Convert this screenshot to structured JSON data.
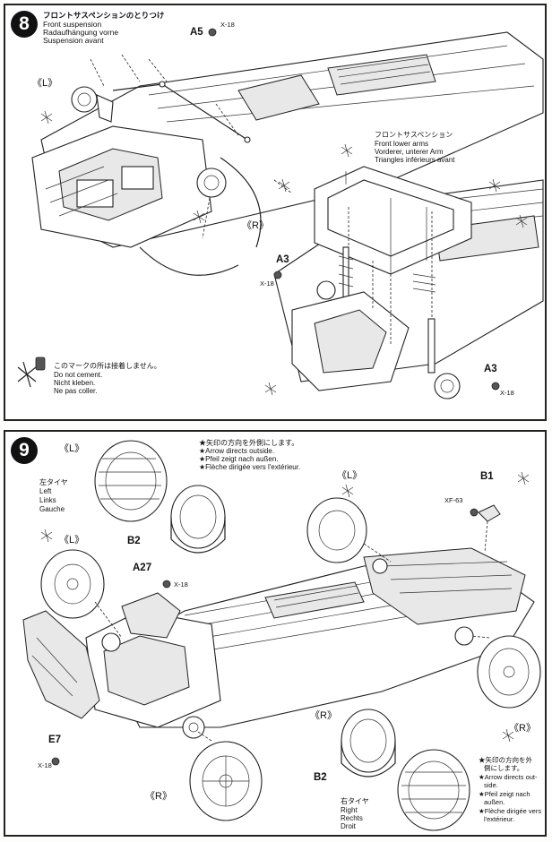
{
  "step8": {
    "number": "8",
    "title_jp": "フロントサスペンションのとりつけ",
    "title_en": "Front suspension",
    "title_de": "Radaufhängung vorne",
    "title_fr": "Suspension avant",
    "part_a5": "A5",
    "screw_a5": "X-18",
    "label_l": "《L》",
    "label_r": "《R》",
    "lower_arms_jp": "フロントサスペンション",
    "lower_arms_en": "Front lower arms",
    "lower_arms_de": "Vorderer, unterer Arm",
    "lower_arms_fr": "Triangles inférieurs avant",
    "part_a3_left": "A3",
    "screw_a3_left": "X-18",
    "part_a3_right": "A3",
    "screw_a3_right": "X-18",
    "note_jp": "このマークの所は接着しません。",
    "note_en": "Do not cement.",
    "note_de": "Nicht kleben.",
    "note_fr": "Ne pas coller."
  },
  "step9": {
    "number": "9",
    "arrow_note_jp": "★矢印の方向を外側にします。",
    "arrow_note_en": "★Arrow directs outside.",
    "arrow_note_de": "★Pfeil zeigt nach außen.",
    "arrow_note_fr": "★Flèche dirigée vers l'extérieur.",
    "left_tire_jp": "左タイヤ",
    "left_tire_en": "Left",
    "left_tire_de": "Links",
    "left_tire_fr": "Gauche",
    "label_l": "《L》",
    "label_r": "《R》",
    "part_b2_top": "B2",
    "part_a27": "A27",
    "screw_a27": "X-18",
    "part_b1": "B1",
    "screw_b1": "XF-63",
    "part_e7": "E7",
    "screw_e7": "X-18",
    "part_b2_bottom": "B2",
    "right_tire_jp": "右タイヤ",
    "right_tire_en": "Right",
    "right_tire_de": "Rechts",
    "right_tire_fr": "Droit",
    "arrow_note2_jp_1": "★矢印の方向を外",
    "arrow_note2_jp_2": "側にします。",
    "arrow_note2_en_1": "★Arrow directs out-",
    "arrow_note2_en_2": "side.",
    "arrow_note2_de_1": "★Pfeil zeigt nach",
    "arrow_note2_de_2": "außen.",
    "arrow_note2_fr_1": "★Flèche dirigée vers",
    "arrow_note2_fr_2": "l'extérieur."
  }
}
